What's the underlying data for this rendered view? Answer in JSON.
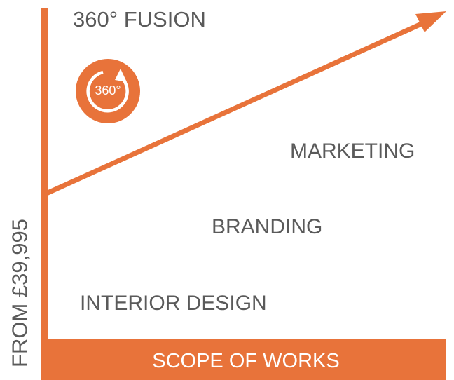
{
  "diagram": {
    "title": "360° FUSION",
    "badge_text": "360°",
    "y_axis_label": "FROM £39,995",
    "x_axis_label": "SCOPE OF WORKS",
    "tiers": {
      "top": "MARKETING",
      "middle": "BRANDING",
      "bottom": "INTERIOR DESIGN"
    },
    "colors": {
      "accent": "#e8733a",
      "text": "#5a5a5a",
      "background": "#ffffff"
    },
    "icons": {
      "badge": "rotate-360-icon",
      "trend": "trend-arrow"
    }
  }
}
